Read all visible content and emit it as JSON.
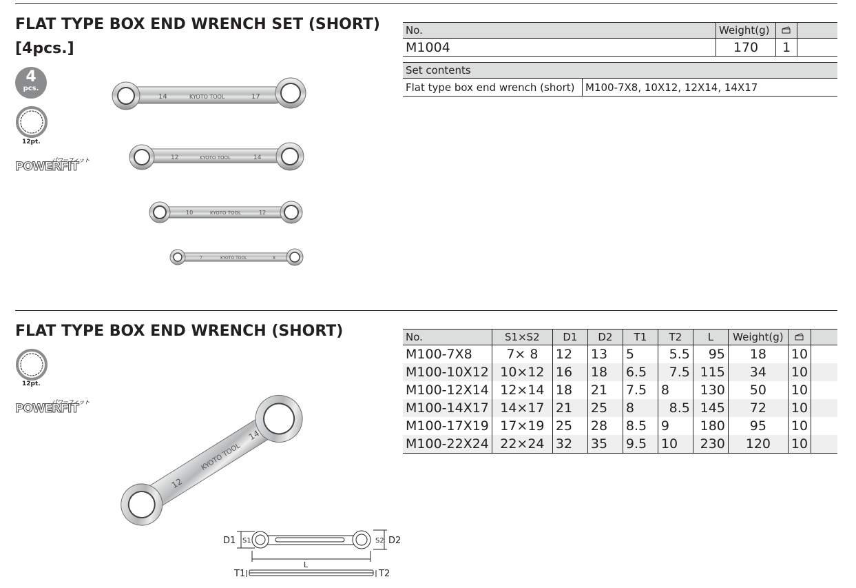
{
  "set_section": {
    "title_line1": "FLAT TYPE BOX END WRENCH SET (SHORT)",
    "title_line2": "[4pcs.]",
    "pcs_count": "4",
    "pcs_unit": "pcs.",
    "pt_label": "12pt.",
    "powerfit": "POWERFIT",
    "powerfit_kana": "パワーフィット",
    "wrench_marks": [
      {
        "left": "14",
        "brand": "KYOTO TOOL",
        "right": "17"
      },
      {
        "left": "12",
        "brand": "KYOTO TOOL",
        "right": "14"
      },
      {
        "left": "10",
        "brand": "KYOTO TOOL",
        "right": "12"
      },
      {
        "left": "7",
        "brand": "KYOTO TOOL",
        "right": "8"
      }
    ],
    "table": {
      "headers": {
        "no": "No.",
        "weight": "Weight(g)"
      },
      "row": {
        "no": "M1004",
        "weight": "170",
        "pack": "1"
      }
    },
    "contents": {
      "header": "Set contents",
      "label": "Flat type box end wrench (short)",
      "value": "M100-7X8, 10X12, 12X14, 14X17"
    }
  },
  "single_section": {
    "title": "FLAT TYPE BOX END WRENCH (SHORT)",
    "pt_label": "12pt.",
    "powerfit": "POWERFIT",
    "powerfit_kana": "パワーフィット",
    "photo_marks": {
      "small": "12",
      "large": "14",
      "brand": "KYOTO TOOL"
    },
    "diagram_labels": {
      "d1": "D1",
      "s1": "S1",
      "s2": "S2",
      "d2": "D2",
      "l": "L",
      "t1": "T1",
      "t2": "T2"
    },
    "table": {
      "headers": [
        "No.",
        "S1×S2",
        "D1",
        "D2",
        "T1",
        "T2",
        "L",
        "Weight(g)"
      ],
      "rows": [
        {
          "no": "M100-7X8",
          "s": "7× 8",
          "d1": "12",
          "d2": "13",
          "t1": "5",
          "t2": "5.5",
          "l": "95",
          "w": "18",
          "pack": "10"
        },
        {
          "no": "M100-10X12",
          "s": "10×12",
          "d1": "16",
          "d2": "18",
          "t1": "6.5",
          "t2": "7.5",
          "l": "115",
          "w": "34",
          "pack": "10"
        },
        {
          "no": "M100-12X14",
          "s": "12×14",
          "d1": "18",
          "d2": "21",
          "t1": "7.5",
          "t2": "8",
          "l": "130",
          "w": "50",
          "pack": "10"
        },
        {
          "no": "M100-14X17",
          "s": "14×17",
          "d1": "21",
          "d2": "25",
          "t1": "8",
          "t2": "8.5",
          "l": "145",
          "w": "72",
          "pack": "10"
        },
        {
          "no": "M100-17X19",
          "s": "17×19",
          "d1": "25",
          "d2": "28",
          "t1": "8.5",
          "t2": "9",
          "l": "180",
          "w": "95",
          "pack": "10"
        },
        {
          "no": "M100-22X24",
          "s": "22×24",
          "d1": "32",
          "d2": "35",
          "t1": "9.5",
          "t2": "10",
          "l": "230",
          "w": "120",
          "pack": "10"
        }
      ]
    }
  },
  "colors": {
    "text": "#231f20",
    "header_bg": "#dcdddd",
    "badge": "#8a8c8e"
  },
  "icons": {
    "package": "package-quantity-icon",
    "socket": "12pt-socket-icon"
  }
}
